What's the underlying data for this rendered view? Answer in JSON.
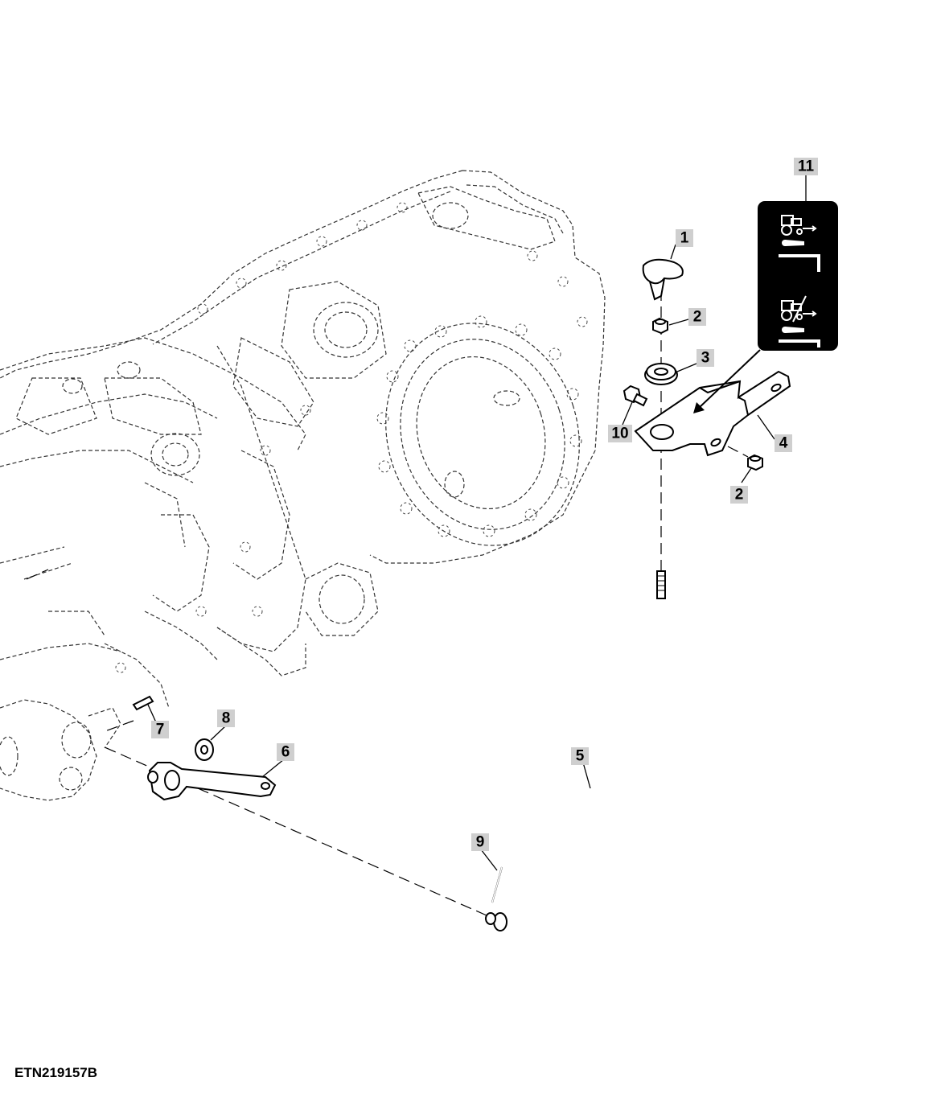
{
  "figure_id": "ETN219157B",
  "callouts": {
    "c1": "1",
    "c2a": "2",
    "c2b": "2",
    "c3": "3",
    "c4": "4",
    "c5": "5",
    "c6": "6",
    "c7": "7",
    "c8": "8",
    "c9": "9",
    "c10": "10",
    "c11": "11"
  },
  "colors": {
    "callout_fill": "#cfcfcf",
    "decal_background": "#000000",
    "line": "#000000"
  },
  "icons": [
    "tractor-pto-engaged-icon",
    "tractor-pto-disengaged-icon",
    "lever-position-icon"
  ]
}
